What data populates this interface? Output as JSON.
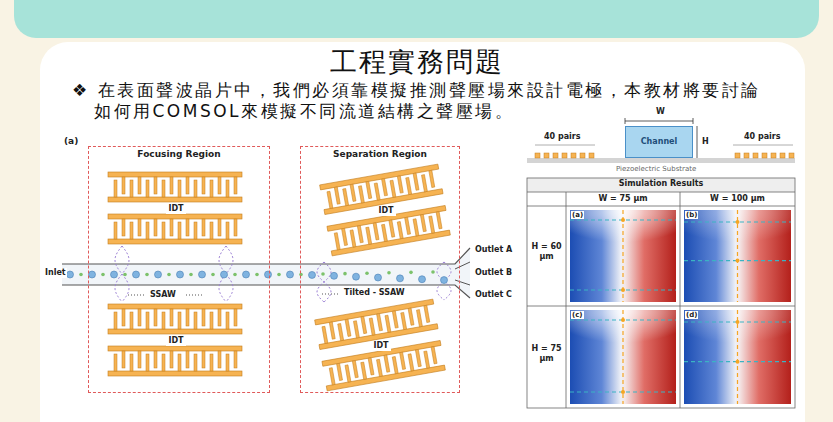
{
  "diagram": {
    "title": "工程實務問題",
    "nodes": [
      {
        "text": [
          "Focusing Region"
        ]
      },
      {
        "text": [
          "IDT"
        ],
        "in": 0
      },
      {
        "text": [
          "IDT"
        ],
        "in": 0
      },
      {
        "text": [
          "Separation Region"
        ]
      },
      {
        "text": [
          "IDT"
        ],
        "in": 3
      },
      {
        "text": [
          "IDT"
        ],
        "in": 3
      },
      {
        "text": [
          "Channel"
        ]
      }
    ],
    "labels": [
      "❖ 在表面聲波晶片中，我們必須靠模擬推測聲壓場來設計電極，本教材將要討論如何用COMSOL來模擬不同流道結構之聲壓場。",
      "(a)",
      "Inlet",
      "SSAW",
      "Tilted - SSAW",
      "Outlet A",
      "Outlet B",
      "Outlet C",
      "W",
      "H",
      "40 pairs",
      "40 pairs",
      "Piezoelectric Substrate",
      "Simulation Results",
      "W = 75 μm",
      "W = 100 μm",
      "H = 60 μm",
      "H = 75 μm",
      "(a)",
      "(b)",
      "(c)",
      "(d)"
    ]
  }
}
